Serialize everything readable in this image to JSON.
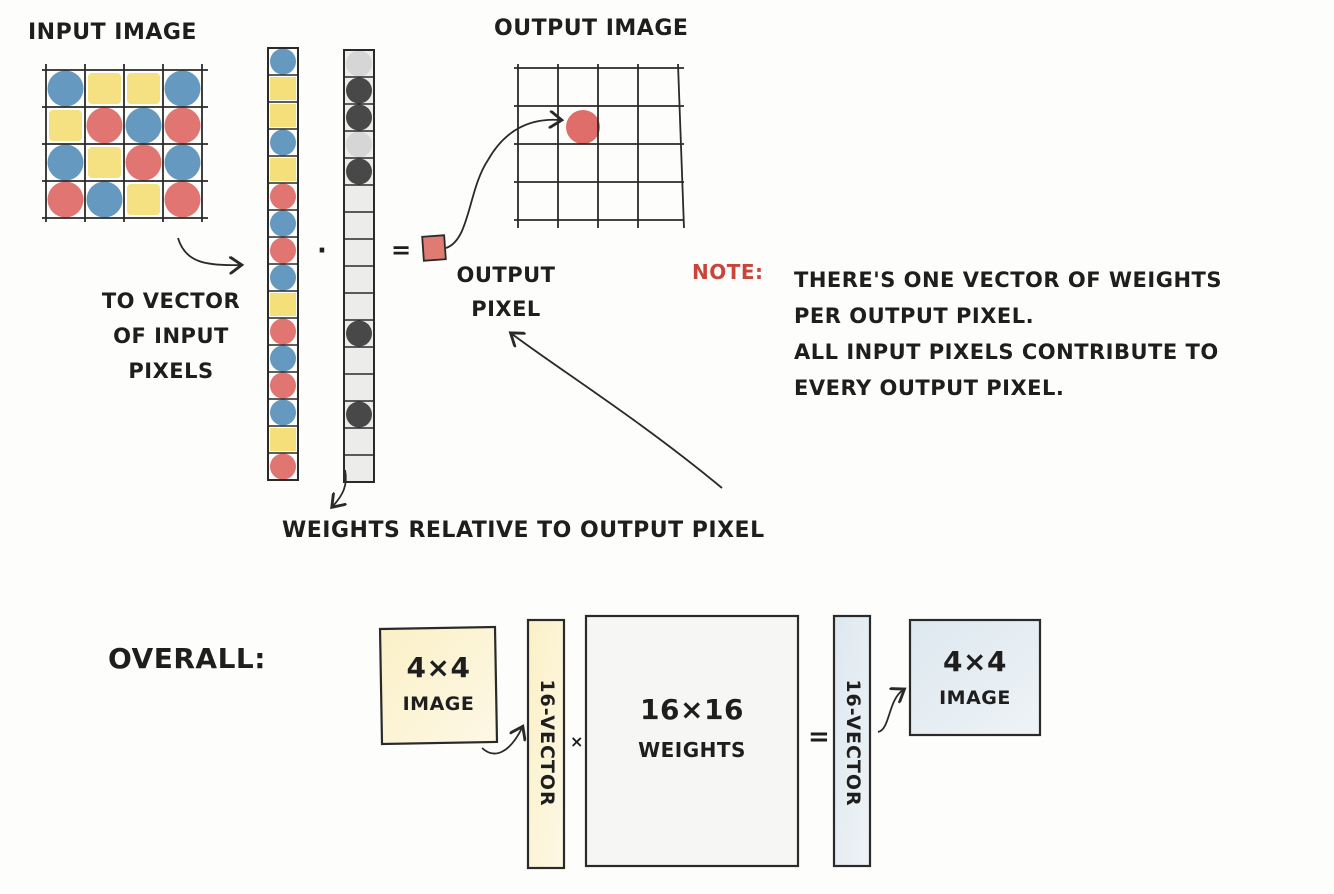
{
  "labels": {
    "input_image": "INPUT IMAGE",
    "output_image": "OUTPUT IMAGE",
    "to_vector": [
      "TO VECTOR",
      "OF INPUT",
      "PIXELS"
    ],
    "dot": "·",
    "equals": "=",
    "output_pixel": [
      "OUTPUT",
      "PIXEL"
    ],
    "weights_relative": "WEIGHTS RELATIVE TO OUTPUT PIXEL",
    "overall": "OVERALL:"
  },
  "note": {
    "prefix": "NOTE:",
    "lines": [
      "THERE'S ONE VECTOR OF WEIGHTS",
      "PER OUTPUT PIXEL.",
      "ALL INPUT PIXELS CONTRIBUTE TO",
      "EVERY OUTPUT PIXEL."
    ]
  },
  "overall": {
    "input_box": [
      "4×4",
      "IMAGE"
    ],
    "vector_in": "16-VECTOR",
    "times": "×",
    "weights_box": [
      "16×16",
      "WEIGHTS"
    ],
    "equals": "=",
    "vector_out": "16-VECTOR",
    "output_box": [
      "4×4",
      "IMAGE"
    ]
  },
  "colors": {
    "red": "#d9534f",
    "yellow": "#f3dc6b",
    "blue": "#3f7fb0",
    "dark": "#2b2b2b",
    "gray": "#c8c8c8",
    "note_red": "#c9453b",
    "line": "#2a2a2a"
  },
  "input_grid_colors": [
    [
      "blue",
      "yellow",
      "yellow",
      "blue"
    ],
    [
      "yellow",
      "red",
      "blue",
      "red"
    ],
    [
      "blue",
      "yellow",
      "red",
      "blue"
    ],
    [
      "red",
      "blue",
      "yellow",
      "red"
    ]
  ],
  "input_vector_colors": [
    "blue",
    "yellow",
    "yellow",
    "blue",
    "yellow",
    "red",
    "blue",
    "red",
    "blue",
    "yellow",
    "red",
    "blue",
    "red",
    "blue",
    "yellow",
    "red"
  ],
  "weight_vector_shades": [
    "gray",
    "dark",
    "dark",
    "gray",
    "dark",
    "none",
    "none",
    "none",
    "none",
    "none",
    "dark",
    "none",
    "none",
    "dark",
    "none",
    "none"
  ],
  "output_grid": {
    "rows": 4,
    "cols": 4,
    "highlight_row": 1,
    "highlight_col": 1
  }
}
